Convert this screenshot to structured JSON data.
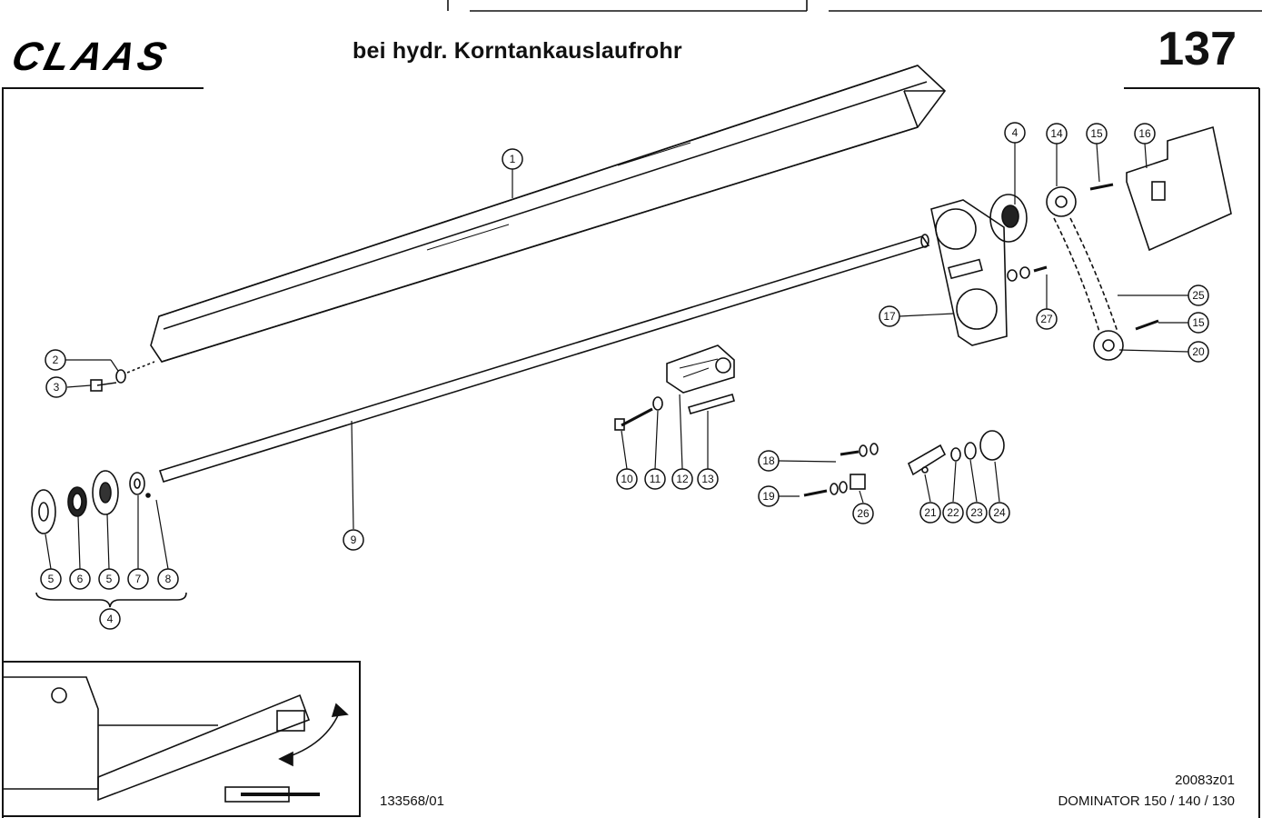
{
  "header": {
    "logo_text": "CLAAS",
    "title": "bei hydr. Korntankauslaufrohr",
    "page_number": "137"
  },
  "footer": {
    "drawing_number": "133568/01",
    "image_code": "20083z01",
    "model": "DOMINATOR 150 / 140 / 130"
  },
  "callouts": {
    "c1": "1",
    "c2": "2",
    "c3": "3",
    "c4_top": "4",
    "c4_group": "4",
    "c5a": "5",
    "c6": "6",
    "c5b": "5",
    "c7": "7",
    "c8": "8",
    "c9": "9",
    "c10": "10",
    "c11": "11",
    "c12": "12",
    "c13": "13",
    "c14": "14",
    "c15a": "15",
    "c15b": "15",
    "c16": "16",
    "c17": "17",
    "c18": "18",
    "c19": "19",
    "c20": "20",
    "c21": "21",
    "c22": "22",
    "c23": "23",
    "c24": "24",
    "c25": "25",
    "c26": "26",
    "c27": "27"
  }
}
